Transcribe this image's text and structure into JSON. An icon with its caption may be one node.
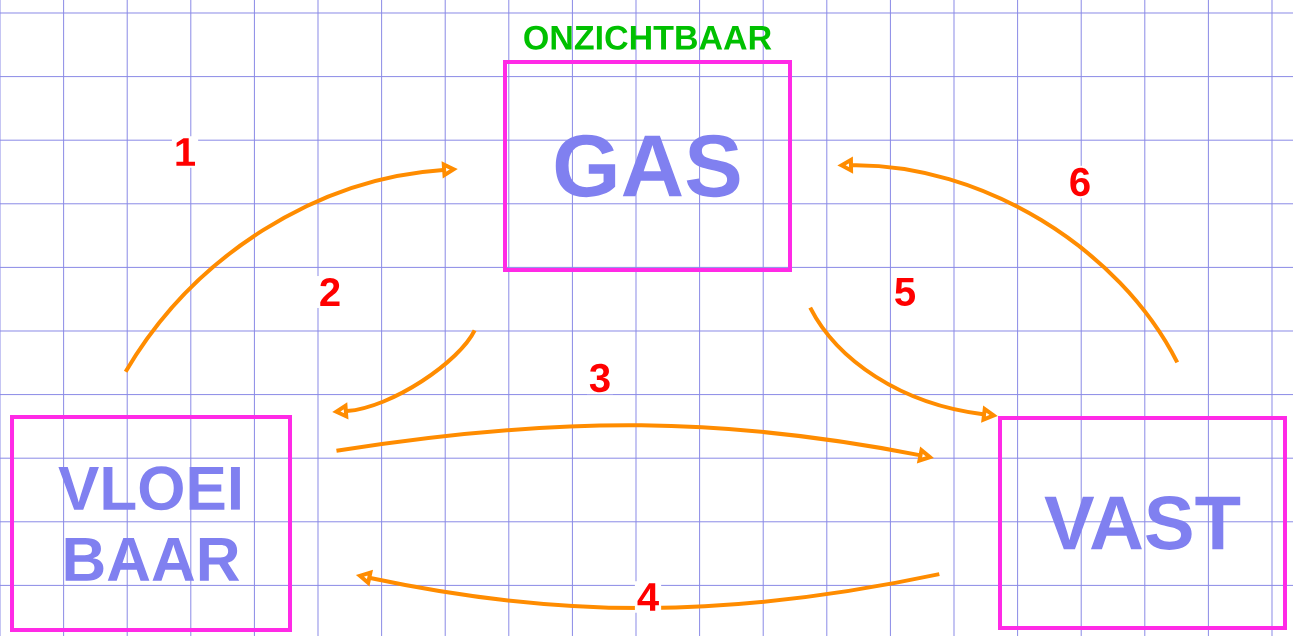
{
  "diagram": {
    "nodes": [
      {
        "text": [
          "GAS"
        ],
        "beside": [
          "ONZICHTBAAR"
        ]
      },
      {
        "text": [
          "VLOEI BAAR"
        ]
      },
      {
        "text": [
          "VAST"
        ]
      }
    ],
    "edges": [
      {
        "from": 1,
        "to": 0,
        "arrow": "to",
        "label": "1"
      },
      {
        "from": 0,
        "to": 1,
        "arrow": "to",
        "label": "2"
      },
      {
        "from": 1,
        "to": 2,
        "arrow": "to",
        "label": "3"
      },
      {
        "from": 2,
        "to": 1,
        "arrow": "to",
        "label": "4"
      },
      {
        "from": 0,
        "to": 2,
        "arrow": "to",
        "label": "5"
      },
      {
        "from": 2,
        "to": 0,
        "arrow": "to",
        "label": "6"
      }
    ]
  }
}
